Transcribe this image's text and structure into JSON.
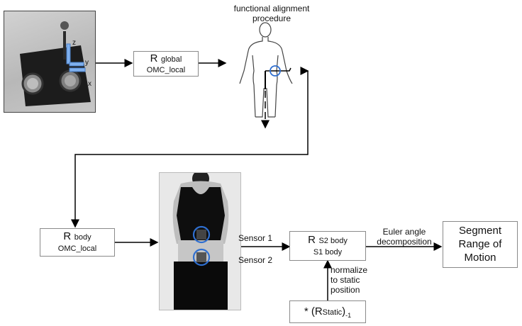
{
  "photo_rig": {
    "axis_labels": {
      "z": "z",
      "y": "y",
      "x": "x"
    }
  },
  "box_global": {
    "prefix": "R",
    "super": "global",
    "sub": "OMC_local"
  },
  "alignment": {
    "title_line1": "functional alignment",
    "title_line2": "procedure"
  },
  "box_body": {
    "prefix": "R",
    "super": "body",
    "sub": "OMC_local"
  },
  "sensor_labels": {
    "sensor1": "Sensor 1",
    "sensor2": "Sensor 2"
  },
  "box_s2": {
    "prefix": "R",
    "super": "S2 body",
    "sub": "S1 body"
  },
  "euler": {
    "line1": "Euler angle",
    "line2": "decomposition"
  },
  "segment": {
    "line1": "Segment",
    "line2": "Range of",
    "line3": "Motion"
  },
  "normalize": {
    "line1": "normalize",
    "line2": "to static",
    "line3": "position"
  },
  "static_box": {
    "star": "* (R",
    "sub": "Static",
    "close": ")",
    "exp": "-1"
  },
  "colors": {
    "arrow": "#000000",
    "axis_blue": "#5b8fd6",
    "circle_blue": "#2f6fd0",
    "box_border": "#8a8a8a"
  }
}
